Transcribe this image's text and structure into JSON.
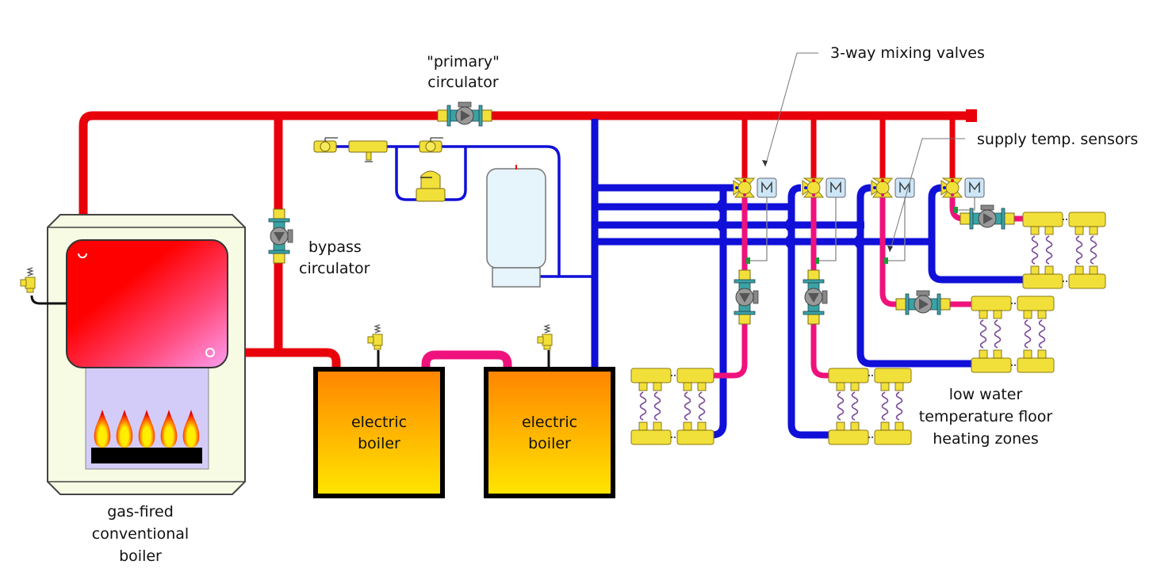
{
  "title": "Hydronic heating system schematic",
  "labels": {
    "primary_circulator": [
      "\"primary\"",
      "circulator"
    ],
    "bypass_circulator": [
      "bypass",
      "circulator"
    ],
    "mixing_valves": "3-way mixing valves",
    "supply_sensors": "supply temp. sensors",
    "gas_boiler": [
      "gas-fired",
      "conventional",
      "boiler"
    ],
    "electric_boiler_1": [
      "electric",
      "boiler"
    ],
    "electric_boiler_2": [
      "electric",
      "boiler"
    ],
    "floor_zones": [
      "low water",
      "temperature floor",
      "heating zones"
    ]
  },
  "colors": {
    "supply_pipe": "#e8000a",
    "return_pipe": "#1010d8",
    "mixed_pipe": "#f0127c",
    "fitting_yellow": "#f2e03a",
    "circulator_teal": "#3aa3a3",
    "boiler_cabinet": "#f7fbe3",
    "electric_boiler_top": "#ff8a00",
    "electric_boiler_bottom": "#ffe600",
    "tank": "#e6f4fb",
    "motor_box": "#cde6f7"
  },
  "components": {
    "mixing_valve_count": 4,
    "zone_circulator_count": 4,
    "manifold_set_count": 4,
    "electric_boiler_count": 2,
    "burner_flame_count": 5
  }
}
